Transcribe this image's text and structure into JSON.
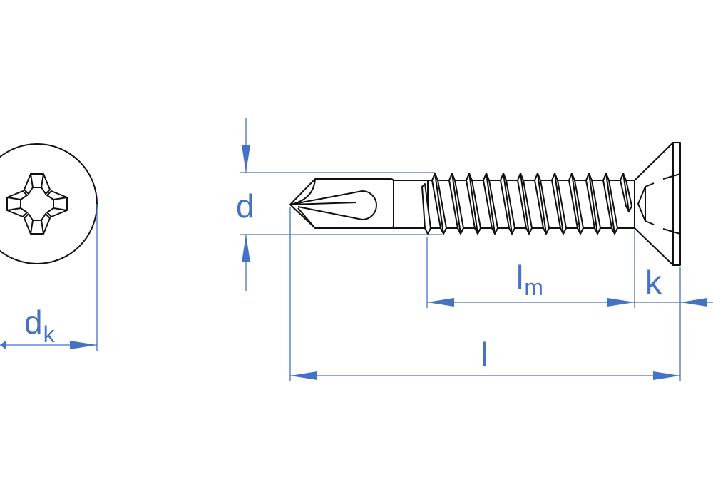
{
  "colors": {
    "dimension": "#4472c4",
    "outline": "#111111"
  },
  "labels": {
    "d": "d",
    "dk_main": "d",
    "dk_sub": "k",
    "lm_main": "l",
    "lm_sub": "m",
    "k": "k",
    "l": "l"
  },
  "thread_turns": 12
}
